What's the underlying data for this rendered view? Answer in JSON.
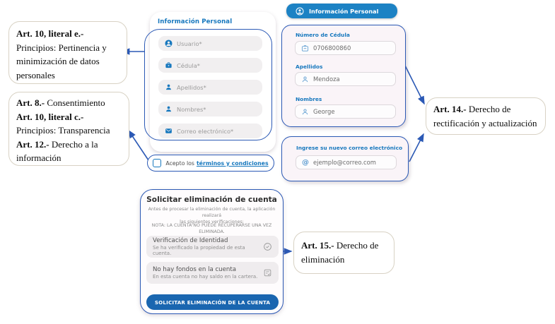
{
  "colors": {
    "annotation_blue": "#2b59b5",
    "app_header_blue": "#1c82c4",
    "button_blue": "#1a66b0",
    "label_blue": "#1778be"
  },
  "callouts": {
    "art10e": {
      "lines": [
        {
          "b": "Art. 10, literal e.-",
          "r": ""
        },
        {
          "b": "",
          "r": "Principios: Pertinencia y"
        },
        {
          "b": "",
          "r": "minimización de datos"
        },
        {
          "b": "",
          "r": "personales"
        }
      ]
    },
    "art8": {
      "lines": [
        {
          "b": "Art. 8.-",
          "r": " Consentimiento"
        },
        {
          "b": "Art. 10, literal c.-",
          "r": ""
        },
        {
          "b": "",
          "r": "Principios: Transparencia"
        },
        {
          "b": "Art. 12.-",
          "r": " Derecho a la"
        },
        {
          "b": "",
          "r": "información"
        }
      ]
    },
    "art14": {
      "lines": [
        {
          "b": "Art. 14.-",
          "r": " Derecho de"
        },
        {
          "b": "",
          "r": "rectificación y actualización"
        }
      ]
    },
    "art15": {
      "lines": [
        {
          "b": "Art. 15.-",
          "r": " Derecho de"
        },
        {
          "b": "",
          "r": "eliminación"
        }
      ]
    }
  },
  "register_form": {
    "title": "Información Personal",
    "fields": [
      {
        "icon": "user-circle-icon",
        "placeholder": "Usuario*"
      },
      {
        "icon": "briefcase-icon",
        "placeholder": "Cédula*"
      },
      {
        "icon": "person-icon",
        "placeholder": "Apellidos*"
      },
      {
        "icon": "person-icon",
        "placeholder": "Nombres*"
      },
      {
        "icon": "envelope-icon",
        "placeholder": "Correo electrónico*"
      }
    ],
    "terms_prefix": "Acepto los",
    "terms_link": "términos y condiciones"
  },
  "profile": {
    "header_title": "Información Personal",
    "fields": [
      {
        "icon": "id-card-icon",
        "label": "Número de Cédula",
        "value": "0706800860"
      },
      {
        "icon": "person-outline-icon",
        "label": "Apellidos",
        "value": "Mendoza"
      },
      {
        "icon": "person-outline-icon",
        "label": "Nombres",
        "value": "George"
      }
    ],
    "email_update": {
      "icon": "at-icon",
      "label": "Ingrese su nuevo correo electrónico",
      "value": "ejemplo@correo.com"
    }
  },
  "deletion": {
    "title": "Solicitar eliminación de cuenta",
    "intro_line1": "Antes de procesar la eliminación de cuenta, la aplicación realizará",
    "intro_line2": "las siguientes verificaciones:",
    "note_line1": "NOTA: LA CUENTA NO PUEDE RECUPERARSE UNA VEZ",
    "note_line2": "ELIMINADA.",
    "checks": [
      {
        "icon": "check-circle-icon",
        "title": "Verificación de Identidad",
        "desc": "Se ha verificado la propiedad de esta cuenta."
      },
      {
        "icon": "clipboard-check-icon",
        "title": "No hay fondos en la cuenta",
        "desc": "En esta cuenta no hay saldo en la cartera."
      }
    ],
    "button_label": "SOLICITAR ELIMINACIÓN DE LA CUENTA"
  }
}
